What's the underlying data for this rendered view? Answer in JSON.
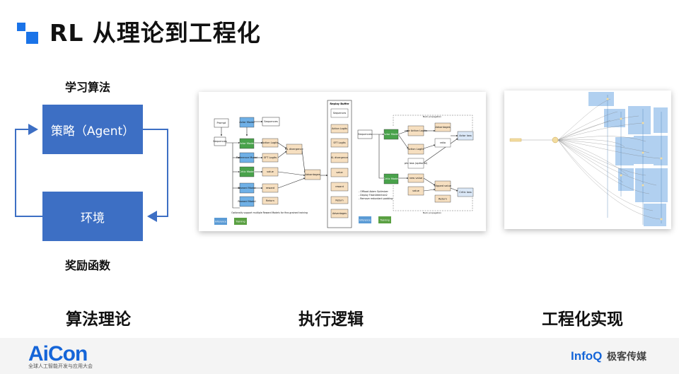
{
  "header": {
    "title": "RL 从理论到工程化",
    "accent_color": "#1a73e8"
  },
  "rl_loop": {
    "top_label": "学习算法",
    "agent_box": "策略（Agent）",
    "env_box": "环境",
    "bottom_label": "奖励函数",
    "box_color": "#3d6fc4"
  },
  "captions": {
    "theory": "算法理论",
    "execution": "执行逻辑",
    "engineering": "工程化实现"
  },
  "flow_diagram": {
    "left": {
      "prompt": "Prompt",
      "sequences": "Sequences",
      "actor_model": "Actor Model",
      "reference_model": "Reference Model",
      "critic_model": "Critic Model",
      "reward_model": "Reward Model",
      "action_logits": "Action Logits",
      "sft_logits": "SFT Logits",
      "kl_divergence": "KL divergence",
      "value": "value",
      "reward": "reward",
      "return": "Return",
      "advantages": "Advantages",
      "note": "Optionally support multiple Reward Models for fine-grained training",
      "legend_inference": "Inference",
      "legend_training": "Training"
    },
    "buffer": {
      "title": "Replay Buffer",
      "items": [
        "Sequences",
        "Action Logits",
        "SFT Logits",
        "KL divergence",
        "value",
        "reward",
        "Return",
        "Advantages"
      ]
    },
    "right": {
      "sequences": "Sequences",
      "actor_model": "Actor Model",
      "critic_model": "Critic Model",
      "new_action_logits": "new Action Logits",
      "action_logits": "Action Logits",
      "advantages": "Advantages",
      "ratio": "ratio",
      "actor_loss": "Actor loss",
      "ptx_loss": "ptx loss (optional)",
      "new_value": "new value",
      "value": "value",
      "clipped_value": "clipped value",
      "return": "Return",
      "critic_loss": "Critic loss",
      "notes": [
        "- Offload Adam Optimizer",
        "- Deploy FlashAttention2",
        "- Remove redundant padding"
      ],
      "backprop_top": "Back propagation",
      "backprop_bottom": "Back propagation",
      "legend_inference": "Inference",
      "legend_training": "Training"
    }
  },
  "footer": {
    "brand": "AiCon",
    "brand_sub": "全球人工智能开发与应用大会",
    "partner": "InfoQ",
    "partner_cn": "极客传媒",
    "brand_color": "#1565d8"
  }
}
